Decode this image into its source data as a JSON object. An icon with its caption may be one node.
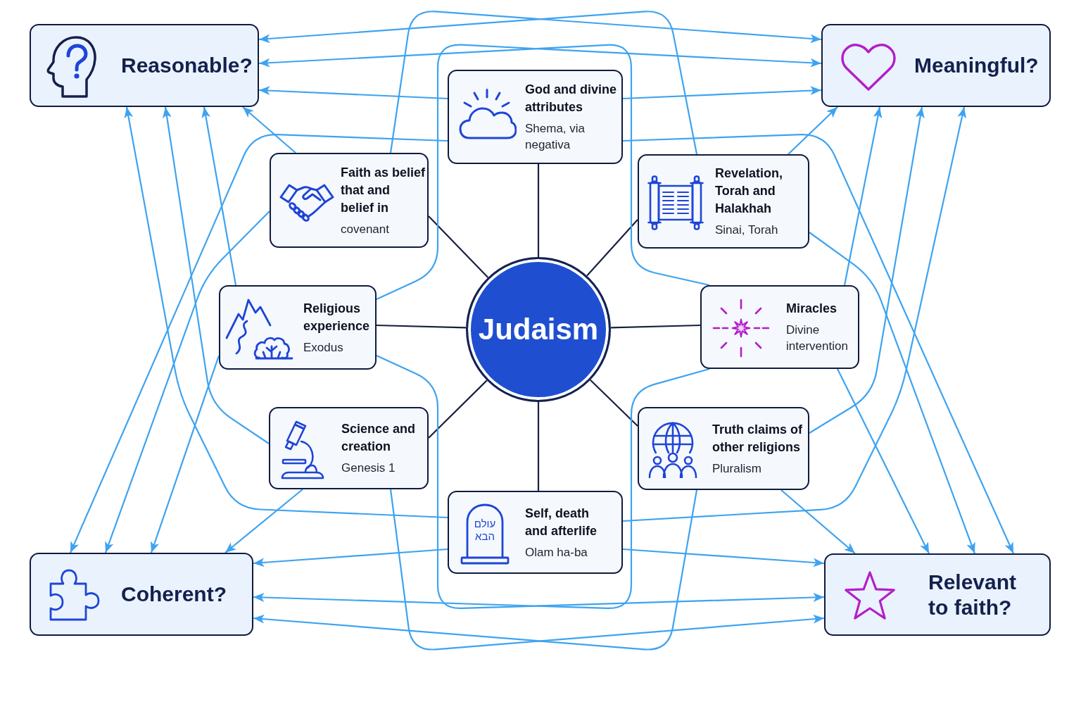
{
  "diagram": {
    "nodes": [
      {
        "text": [
          "Reasonable?"
        ]
      },
      {
        "text": [
          "God and divine attributes",
          "Shema, via negativa"
        ]
      },
      {
        "text": [
          "Meaningful?"
        ]
      },
      {
        "text": [
          "Faith as belief that and belief in",
          "covenant"
        ]
      },
      {
        "text": [
          "Revelation, Torah and Halakhah",
          "Sinai, Torah"
        ]
      },
      {
        "text": [
          "Religious experience",
          "Exodus"
        ]
      },
      {
        "text": [
          "Judaism"
        ]
      },
      {
        "text": [
          "Miracles",
          "Divine intervention"
        ]
      },
      {
        "text": [
          "Science and creation",
          "Genesis 1"
        ]
      },
      {
        "text": [
          "Truth claims of other religions",
          "Pluralism"
        ]
      },
      {
        "text": [
          "Coherent?"
        ]
      },
      {
        "text": [
          "Self, death and afterlife",
          "Olam ha-ba",
          "עולם הבא"
        ]
      },
      {
        "text": [
          "Relevant to faith?"
        ]
      }
    ],
    "edges": [
      {
        "from": 6,
        "to": 1,
        "arrow": "none",
        "color": "#16213e"
      },
      {
        "from": 6,
        "to": 3,
        "arrow": "none",
        "color": "#16213e"
      },
      {
        "from": 6,
        "to": 4,
        "arrow": "none",
        "color": "#16213e"
      },
      {
        "from": 6,
        "to": 5,
        "arrow": "none",
        "color": "#16213e"
      },
      {
        "from": 6,
        "to": 7,
        "arrow": "none",
        "color": "#16213e"
      },
      {
        "from": 6,
        "to": 8,
        "arrow": "none",
        "color": "#16213e"
      },
      {
        "from": 6,
        "to": 9,
        "arrow": "none",
        "color": "#16213e"
      },
      {
        "from": 6,
        "to": 11,
        "arrow": "none",
        "color": "#16213e"
      },
      {
        "from": 1,
        "to": 0,
        "arrow": "to"
      },
      {
        "from": 3,
        "to": 0,
        "arrow": "to"
      },
      {
        "from": 4,
        "to": 0,
        "arrow": "to"
      },
      {
        "from": 5,
        "to": 0,
        "arrow": "to"
      },
      {
        "from": 7,
        "to": 0,
        "arrow": "to"
      },
      {
        "from": 8,
        "to": 0,
        "arrow": "to"
      },
      {
        "from": 11,
        "to": 0,
        "arrow": "to"
      },
      {
        "from": 1,
        "to": 2,
        "arrow": "to"
      },
      {
        "from": 3,
        "to": 2,
        "arrow": "to"
      },
      {
        "from": 4,
        "to": 2,
        "arrow": "to"
      },
      {
        "from": 5,
        "to": 2,
        "arrow": "to"
      },
      {
        "from": 7,
        "to": 2,
        "arrow": "to"
      },
      {
        "from": 9,
        "to": 2,
        "arrow": "to"
      },
      {
        "from": 11,
        "to": 2,
        "arrow": "to"
      },
      {
        "from": 1,
        "to": 10,
        "arrow": "to"
      },
      {
        "from": 3,
        "to": 10,
        "arrow": "to"
      },
      {
        "from": 5,
        "to": 10,
        "arrow": "to"
      },
      {
        "from": 7,
        "to": 10,
        "arrow": "to"
      },
      {
        "from": 8,
        "to": 10,
        "arrow": "to"
      },
      {
        "from": 9,
        "to": 10,
        "arrow": "to"
      },
      {
        "from": 11,
        "to": 10,
        "arrow": "to"
      },
      {
        "from": 1,
        "to": 12,
        "arrow": "to"
      },
      {
        "from": 4,
        "to": 12,
        "arrow": "to"
      },
      {
        "from": 5,
        "to": 12,
        "arrow": "to"
      },
      {
        "from": 7,
        "to": 12,
        "arrow": "to"
      },
      {
        "from": 8,
        "to": 12,
        "arrow": "to"
      },
      {
        "from": 9,
        "to": 12,
        "arrow": "to"
      },
      {
        "from": 11,
        "to": 12,
        "arrow": "to"
      }
    ]
  }
}
